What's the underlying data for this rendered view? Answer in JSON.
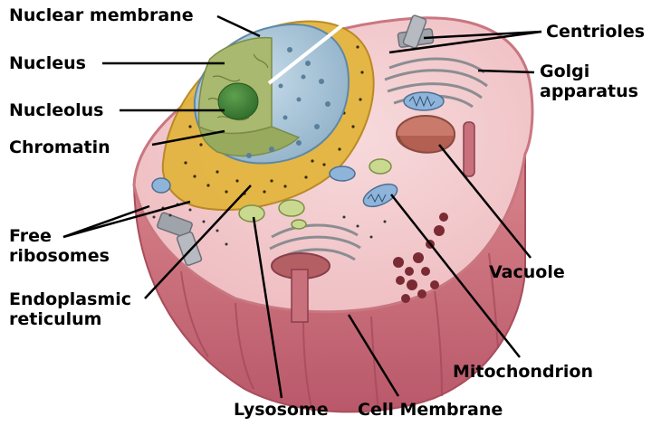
{
  "labels": {
    "nuclear_membrane": "Nuclear membrane",
    "nucleus": "Nucleus",
    "nucleolus": "Nucleolus",
    "chromatin": "Chromatin",
    "free_ribosomes": [
      "Free",
      "ribosomes"
    ],
    "endoplasmic_reticulum": [
      "Endoplasmic",
      "reticulum"
    ],
    "lysosome": "Lysosome",
    "cell_membrane": "Cell Membrane",
    "mitochondrion": "Mitochondrion",
    "vacuole": "Vacuole",
    "golgi_apparatus": [
      "Golgi",
      "apparatus"
    ],
    "centrioles": "Centrioles"
  },
  "colors": {
    "cytoplasm": "#f2c9cc",
    "membrane_outer": "#d98a8f",
    "membrane_side": "#c96e76",
    "nucleus_body": "#a9c4d6",
    "nucleoplasm": "#a8b86e",
    "nucleolus": "#3e7d35",
    "er_rough": "#e0b23a",
    "mitochondria": "#8fb4d9",
    "lysosome": "#c9d98f",
    "vacuole": "#c97a6a",
    "golgi": "#b7b9bd",
    "pointer": "#000000"
  }
}
